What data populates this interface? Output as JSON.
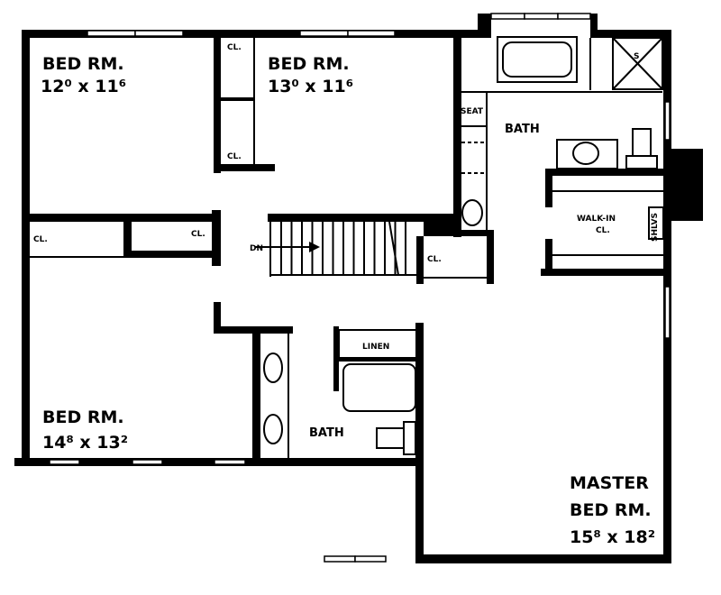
{
  "plan": {
    "rooms": [
      {
        "name": "BED RM.",
        "dims": "12⁰ x 11⁶"
      },
      {
        "name": "BED RM.",
        "dims": "13⁰ x 11⁶"
      },
      {
        "name": "BED RM.",
        "dims": "14⁸ x 13²"
      },
      {
        "name": "MASTER",
        "name2": "BED RM.",
        "dims": "15⁸ x 18²"
      }
    ],
    "labels": {
      "closet": "CL.",
      "bath": "BATH",
      "seat": "SEAT",
      "walk_in": "WALK-IN",
      "walk_in_cl": "CL.",
      "shelves": "SHLVS",
      "linen": "LINEN",
      "down": "DN",
      "shower": "S"
    }
  }
}
